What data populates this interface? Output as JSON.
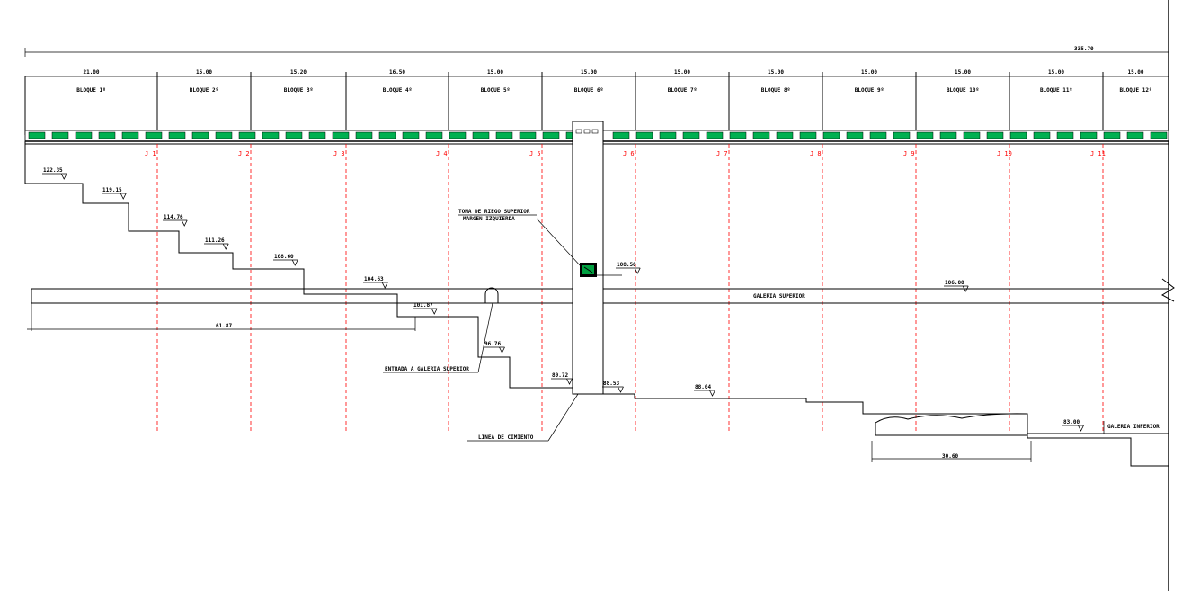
{
  "overall_dimension": "335.70",
  "blocks": [
    {
      "label": "BLOQUE 1º",
      "width": "21.00"
    },
    {
      "label": "BLOQUE 2º",
      "width": "15.00"
    },
    {
      "label": "BLOQUE 3º",
      "width": "15.20"
    },
    {
      "label": "BLOQUE 4º",
      "width": "16.50"
    },
    {
      "label": "BLOQUE 5º",
      "width": "15.00"
    },
    {
      "label": "BLOQUE 6º",
      "width": "15.00"
    },
    {
      "label": "BLOQUE 7º",
      "width": "15.00"
    },
    {
      "label": "BLOQUE 8º",
      "width": "15.00"
    },
    {
      "label": "BLOQUE 9º",
      "width": "15.00"
    },
    {
      "label": "BLOQUE 10º",
      "width": "15.00"
    },
    {
      "label": "BLOQUE 11º",
      "width": "15.00"
    },
    {
      "label": "BLOQUE 12º",
      "width": "15.00"
    }
  ],
  "joints": [
    "J 1",
    "J 2",
    "J 3",
    "J 4",
    "J 5",
    "J 6",
    "J 7",
    "J 8",
    "J 9",
    "J 10",
    "J 11"
  ],
  "elevations": {
    "e1": "122.35",
    "e2": "119.15",
    "e3": "114.76",
    "e4": "111.26",
    "e5": "108.60",
    "e6": "104.63",
    "e7": "101.87",
    "e8": "96.76",
    "e9": "89.72",
    "e10": "88.53",
    "e11": "88.04",
    "e12": "83.00",
    "intake": "108.50",
    "gallery": "106.00"
  },
  "labels": {
    "intake_line1": "TOMA DE RIEGO SUPERIOR",
    "intake_line2": "MARGEN IZQUIERDA",
    "upper_gallery": "GALERIA SUPERIOR",
    "lower_gallery": "GALERIA INFERIOR",
    "gallery_entry": "ENTRADA A GALERIA SUPERIOR",
    "foundation_line": "LINEA DE CIMIENTO"
  },
  "dims": {
    "left_span": "61.87",
    "bottom_span": "30.60"
  },
  "colors": {
    "line": "#000000",
    "joint": "#ff0000",
    "walkway": "#00b050",
    "intake": "#00a040"
  }
}
